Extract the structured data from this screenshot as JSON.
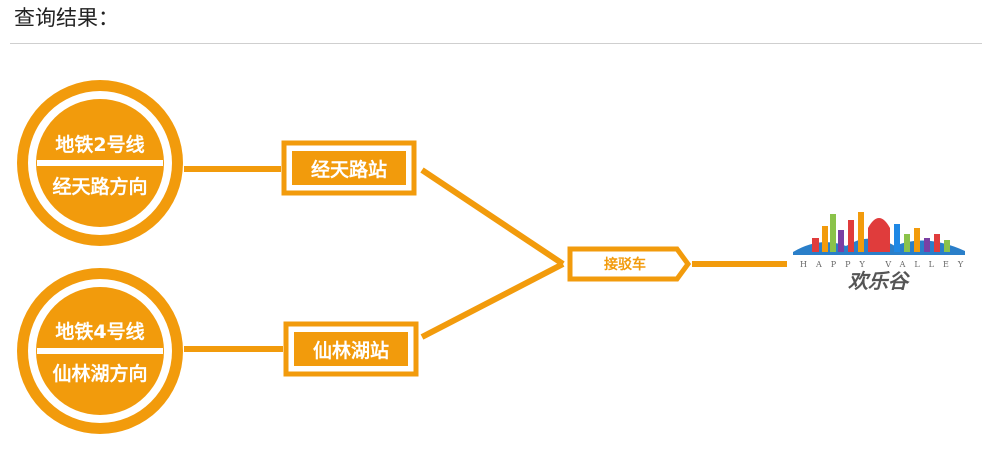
{
  "header": {
    "title": "查询结果："
  },
  "colors": {
    "accent": "#f29b0c",
    "text": "#222222",
    "rule": "#cfcfcf"
  },
  "diagram": {
    "circles": [
      {
        "line": "地铁2号线",
        "direction": "经天路方向"
      },
      {
        "line": "地铁4号线",
        "direction": "仙林湖方向"
      }
    ],
    "stations": [
      "经天路站",
      "仙林湖站"
    ],
    "shuttle": "接驳车",
    "destination": {
      "sub": "HAPPY VALLEY",
      "name": "欢乐谷"
    }
  }
}
